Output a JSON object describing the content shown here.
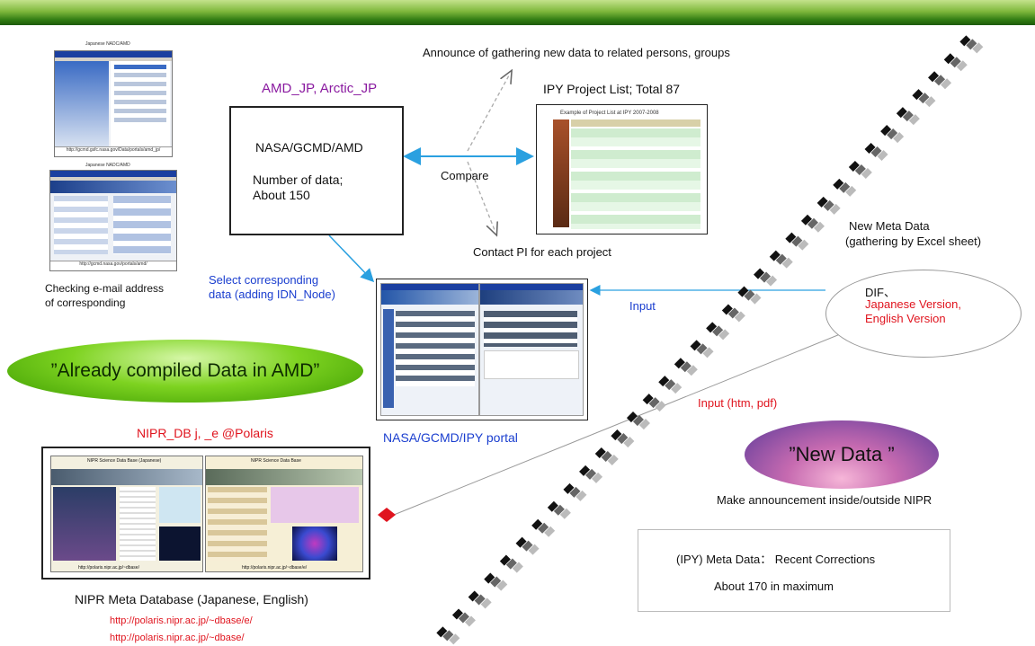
{
  "top_labels": {
    "amd_jp": "AMD_JP, Arctic_JP",
    "announce": "Announce of gathering new data to related persons, groups",
    "ipy_list": "IPY Project List; Total 87",
    "compare": "Compare",
    "contact": "Contact PI for each project",
    "new_meta": "New Meta Data",
    "new_meta_sub": "(gathering by Excel sheet)"
  },
  "nasa_box": {
    "title": "NASA/GCMD/AMD",
    "line1": "Number of data;",
    "line2": "About 150"
  },
  "left_thumbs": {
    "thumb1_title": "Japanese NADC/AMD",
    "thumb1_url": "http://gcmd.gsfc.nasa.gov/Data/portals/amd_jp/",
    "thumb2_title": "Japanese NADC/AMD",
    "thumb2_url": "http://gcmd.nasa.gov/portals/amd/",
    "checking1": "Checking e-mail address",
    "checking2": " of corresponding"
  },
  "ipy_thumb": {
    "header": "Example of Project List at IPY 2007-2008"
  },
  "select_label": {
    "line1": "Select corresponding",
    "line2": "data (adding IDN_Node)"
  },
  "input_label": "Input",
  "dif": {
    "line1": "DIF、",
    "line2": "Japanese Version,",
    "line3": "English Version"
  },
  "already_oval": "”Already compiled Data in AMD”",
  "portal_label": "NASA/GCMD/IPY portal",
  "input_htm": "Input (htm, pdf)",
  "nipr_db": "NIPR_DB j, _e @Polaris",
  "new_data_oval": "”New Data ”",
  "announcement": "Make announcement inside/outside NIPR",
  "corrections": {
    "line1": "(IPY) Meta Data： Recent Corrections",
    "line2": "About 170 in maximum"
  },
  "bottom": {
    "meta_db": "NIPR Meta Database (Japanese, English)",
    "url_e": "http://polaris.nipr.ac.jp/~dbase/e/",
    "url_j": "http://polaris.nipr.ac.jp/~dbase/"
  },
  "nipr_thumb": {
    "left_title": "NIPR Science Data Base (Japanese)",
    "left_url": "http://polaris.nipr.ac.jp/~dbase/",
    "right_title": "NIPR Science Data Base",
    "right_url": "http://polaris.nipr.ac.jp/~dbase/e/"
  },
  "colors": {
    "label_blue": "#1a3ecf",
    "label_red": "#e0141e",
    "label_purple": "#8a1aa0",
    "arrow_blue": "#2aa0e0"
  }
}
